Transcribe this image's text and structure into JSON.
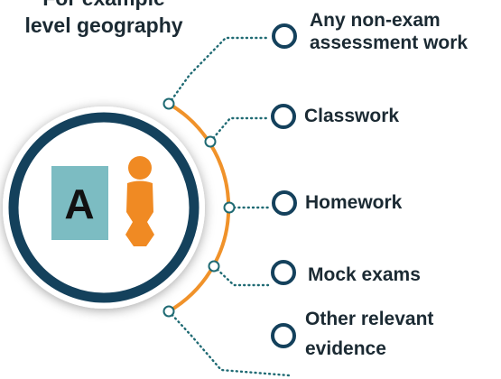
{
  "heading": {
    "line1": "For example",
    "line2": "level geography"
  },
  "badge": {
    "grade_letter": "A",
    "figure_icon": "person-icon"
  },
  "evidence_items": [
    {
      "lines": [
        "Any non-exam",
        "assessment work"
      ]
    },
    {
      "lines": [
        "Classwork"
      ]
    },
    {
      "lines": [
        "Homework"
      ]
    },
    {
      "lines": [
        "Mock exams"
      ]
    },
    {
      "lines": [
        "Other relevant",
        "evidence"
      ]
    }
  ],
  "colors": {
    "text": "#1b2a33",
    "ring_navy": "#14415c",
    "arc_orange": "#f0922a",
    "connector_teal": "#1f6a73",
    "grade_box": "#7cbcc2",
    "figure": "#f08a23"
  }
}
